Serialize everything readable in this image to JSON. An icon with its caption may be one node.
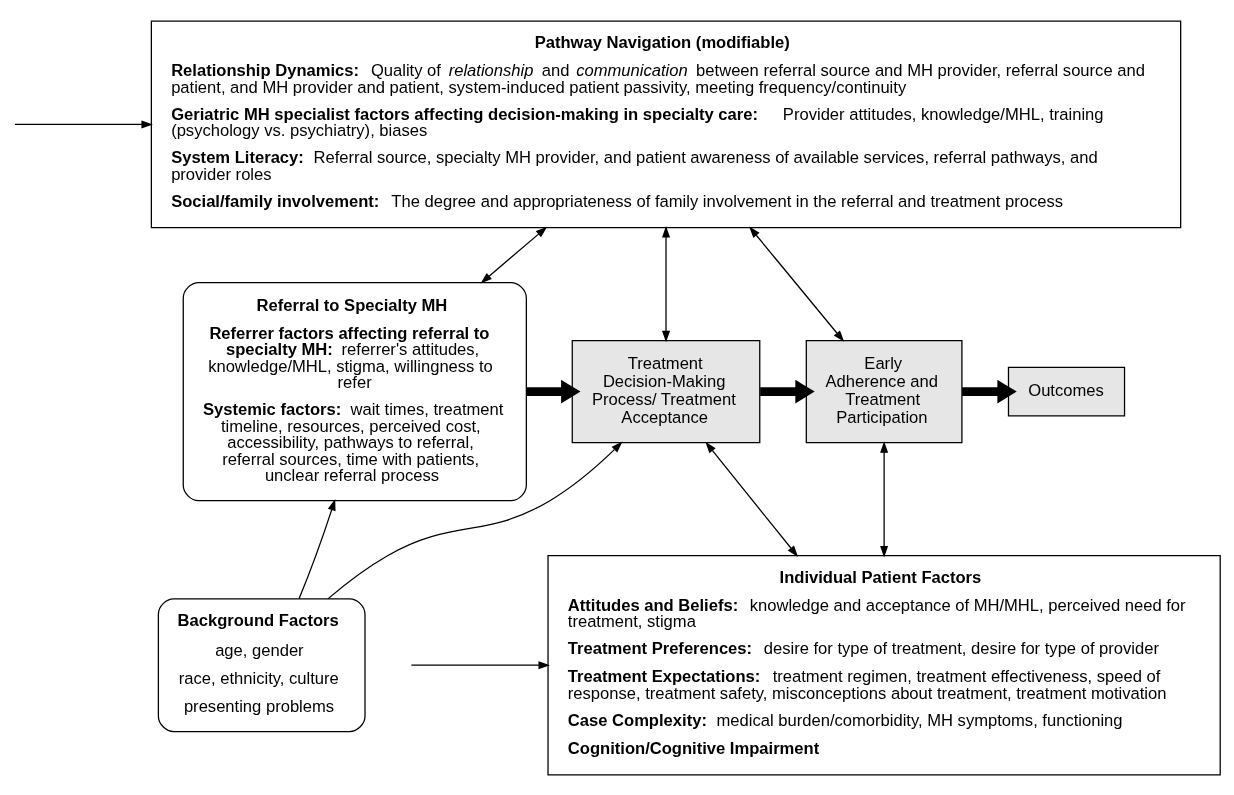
{
  "diagram": {
    "nodes": [
      {
        "text": [
          "Pathway Navigation (modifiable)",
          "**Relationship Dynamics:** Quality of *relationship* and *communication* between referral source and MH provider, referral source and patient, and MH provider and patient, system-induced patient passivity, meeting frequency/continuity",
          "**Geriatric MH specialist factors affecting decision-making in specialty care:** Provider attitudes, knowledge/MHL, training (psychology vs. psychiatry), biases",
          "**System Literacy:** Referral source, specialty MH provider, and patient awareness of available services, referral pathways, and provider roles",
          "**Social/family involvement:** The degree and appropriateness of family involvement in the referral and treatment process"
        ]
      },
      {
        "text": [
          "Referral to Specialty MH",
          "**Referrer factors affecting referral to specialty MH:** referrer's attitudes, knowledge/MHL, stigma, willingness to refer",
          "**Systemic factors:** wait times, treatment timeline, resources, perceived cost, accessibility, pathways to referral, referral sources, time with patients, unclear referral process"
        ]
      },
      {
        "text": [
          "Treatment Decision-Making Process/ Treatment Acceptance"
        ]
      },
      {
        "text": [
          "Early Adherence and Treatment Participation"
        ]
      },
      {
        "text": [
          "Outcomes"
        ]
      },
      {
        "text": [
          "Individual Patient Factors",
          "**Attitudes and Beliefs:** knowledge and acceptance of MH/MHL, perceived need for treatment, stigma",
          "**Treatment Preferences:** desire for type of treatment, desire for type of provider",
          "**Treatment Expectations:** treatment regimen, treatment effectiveness, speed of response, treatment safety, misconceptions about treatment, treatment motivation",
          "**Case Complexity:** medical burden/comorbidity, MH symptoms, functioning",
          "**Cognition/Cognitive Impairment**"
        ]
      },
      {
        "text": [
          "Background Factors",
          "age, gender",
          "race, ethnicity, culture",
          "presenting problems"
        ]
      }
    ],
    "edges": [
      {
        "from": null,
        "to": 0,
        "arrow": "to"
      },
      {
        "from": 0,
        "to": 1,
        "arrow": "both"
      },
      {
        "from": 0,
        "to": 2,
        "arrow": "both"
      },
      {
        "from": 0,
        "to": 3,
        "arrow": "both"
      },
      {
        "from": 1,
        "to": 2,
        "arrow": "to",
        "style": "thick"
      },
      {
        "from": 2,
        "to": 3,
        "arrow": "to",
        "style": "thick"
      },
      {
        "from": 3,
        "to": 4,
        "arrow": "to",
        "style": "thick"
      },
      {
        "from": 6,
        "to": 1,
        "arrow": "to"
      },
      {
        "from": 6,
        "to": 2,
        "arrow": "to"
      },
      {
        "from": 2,
        "to": 5,
        "arrow": "both"
      },
      {
        "from": 3,
        "to": 5,
        "arrow": "both"
      },
      {
        "from": null,
        "to": 5,
        "arrow": "to"
      }
    ]
  }
}
